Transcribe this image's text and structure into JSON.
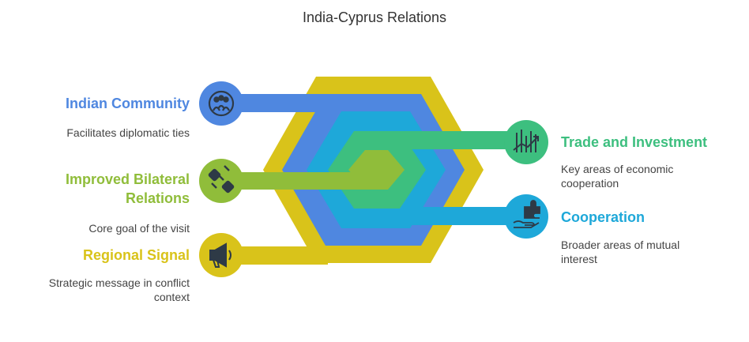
{
  "title": "India-Cyprus Relations",
  "colors": {
    "yellow": "#d9c31a",
    "blue": "#4f87e0",
    "cyan": "#1ea8d9",
    "green": "#3dbf7f",
    "lime": "#90bd3a"
  },
  "items": [
    {
      "heading": "Indian Community",
      "description": "Facilitates diplomatic ties",
      "icon": "people-group-icon",
      "color": "#4f87e0"
    },
    {
      "heading": "Improved Bilateral Relations",
      "description": "Core goal of the visit",
      "icon": "handshake-icon",
      "color": "#90bd3a"
    },
    {
      "heading": "Regional Signal",
      "description": "Strategic message in conflict context",
      "icon": "megaphone-icon",
      "color": "#d9c31a"
    },
    {
      "heading": "Trade and Investment",
      "description": "Key areas of economic cooperation",
      "icon": "growth-chart-icon",
      "color": "#3dbf7f"
    },
    {
      "heading": "Cooperation",
      "description": "Broader areas of mutual interest",
      "icon": "hand-puzzle-icon",
      "color": "#1ea8d9"
    }
  ]
}
